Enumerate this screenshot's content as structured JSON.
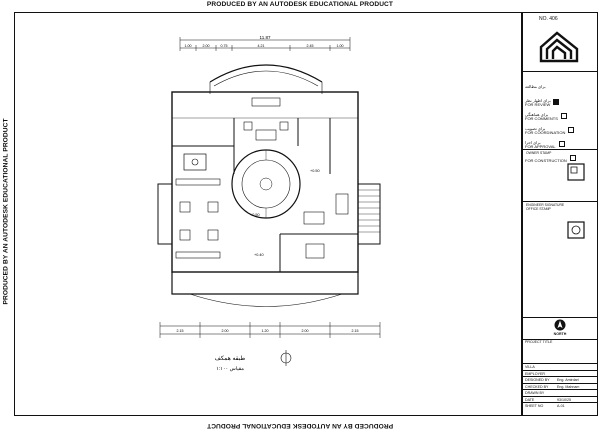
{
  "watermark": "PRODUCED BY AN AUTODESK EDUCATIONAL PRODUCT",
  "titleblock": {
    "sheet_no": "NO. 406",
    "status": [
      {
        "ar": "برای مطالعه",
        "en": "FOR REVIEW",
        "checked": true
      },
      {
        "ar": "برای اظهار نظر",
        "en": "FOR COMMENTS",
        "checked": false
      },
      {
        "ar": "برای هماهنگی",
        "en": "FOR COORDINATION",
        "checked": false
      },
      {
        "ar": "برای تصویب",
        "en": "FOR APPROVAL",
        "checked": false
      },
      {
        "ar": "برای اجرا",
        "en": "FOR CONSTRUCTION",
        "checked": false
      }
    ],
    "owner_stamp": "OWNER STAMP",
    "engineer_stamp": "ENGINEER SIGNATURE OFFICE STAMP",
    "north": "NORTH",
    "project_title_label": "PROJECT TITLE",
    "fields": [
      {
        "label": "VILLA",
        "value": ""
      },
      {
        "label": "EMPLOYER",
        "value": ""
      },
      {
        "label": "DESIGNED BY",
        "value": "Eng. Amirdari"
      },
      {
        "label": "CHECKED BY",
        "value": "Eng. Mahnam"
      },
      {
        "label": "DRAWN BY",
        "value": ""
      },
      {
        "label": "DATE",
        "value": "93/10/25"
      },
      {
        "label": "SHEET NO",
        "value": "A-01"
      }
    ]
  },
  "plan": {
    "title_fa": "طبقه همکف",
    "scale_fa": "مقیاس ۱:۱۰۰",
    "top_overall": "11.87",
    "top_dims": [
      "1.00",
      "2.00",
      "0.75",
      "4.21",
      "2.45",
      "1.00"
    ],
    "bottom_dims": [
      "2.15",
      "2.00",
      "1.20",
      "2.00",
      "2.15"
    ],
    "levels": [
      "+0.50",
      "+0.50",
      "+0.40"
    ]
  }
}
